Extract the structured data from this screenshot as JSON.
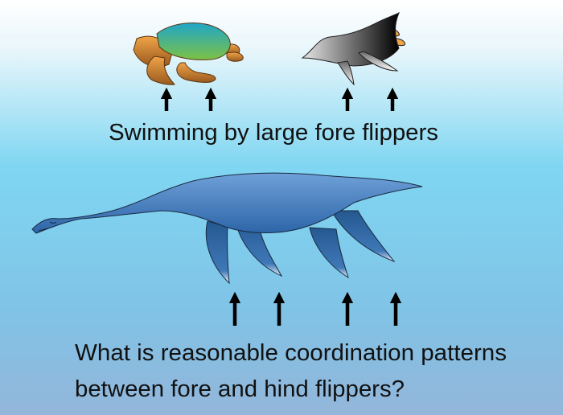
{
  "top_caption": "Swimming by large fore flippers",
  "bottom_question": {
    "line1": "What is reasonable coordination patterns",
    "line2": "between fore and hind flippers?"
  },
  "figures": [
    "sea-turtle",
    "penguin",
    "plesiosaur"
  ],
  "colors": {
    "background_top": "#ffffff",
    "background_mid": "#7fd6f2",
    "background_bottom": "#93b6da",
    "plesiosaur": "#3f78b8",
    "turtle_limbs": "#e8963a",
    "arrow": "#000000"
  }
}
